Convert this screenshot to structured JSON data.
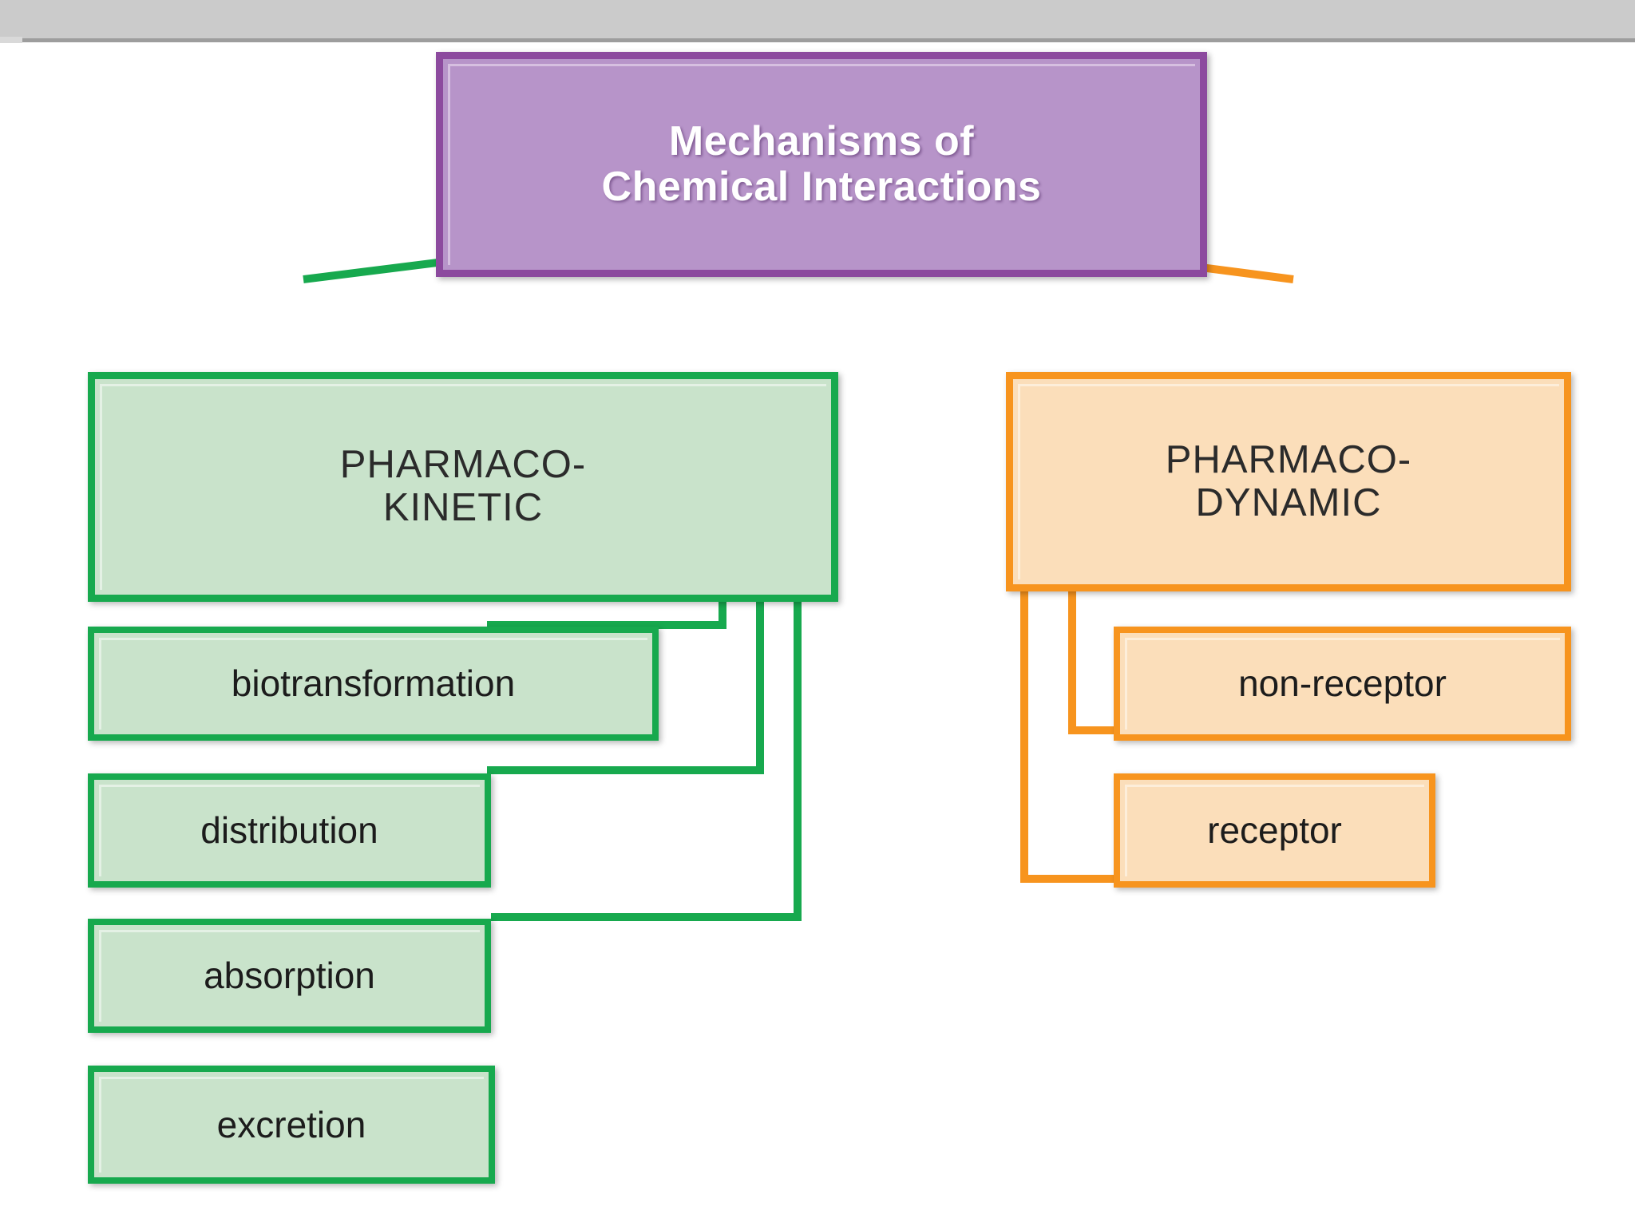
{
  "colors": {
    "root_border": "#8c4a9e",
    "root_fill": "#b794c9",
    "root_text": "#ffffff",
    "kinetic_border": "#17a94e",
    "kinetic_fill": "#c9e3cb",
    "dynamic_border": "#f7941e",
    "dynamic_fill": "#fbdeba",
    "node_text": "#1c1c1c",
    "chrome_bar": "#cbcbcb",
    "chrome_rule": "#9d9d9d",
    "page_background": "#ffffff"
  },
  "topbar": {
    "label": ""
  },
  "diagram": {
    "type": "hierarchy-flowchart",
    "root": {
      "id": "mechanisms-of-chemical-interactions",
      "label": "Mechanisms of\nChemical Interactions",
      "line1": "Mechanisms of",
      "line2": "Chemical Interactions"
    },
    "branches": [
      {
        "id": "pharmacokinetic",
        "label": "PHARMACO-\nKINETIC",
        "line1": "PHARMACO-",
        "line2": "KINETIC",
        "accent": "#17a94e",
        "children": [
          {
            "id": "biotransformation",
            "label": "biotransformation"
          },
          {
            "id": "distribution",
            "label": "distribution"
          },
          {
            "id": "absorption",
            "label": "absorption"
          },
          {
            "id": "excretion",
            "label": "excretion"
          }
        ]
      },
      {
        "id": "pharmacodynamic",
        "label": "PHARMACO-\nDYNAMIC",
        "line1": "PHARMACO-",
        "line2": "DYNAMIC",
        "accent": "#f7941e",
        "children": [
          {
            "id": "non-receptor",
            "label": "non-receptor"
          },
          {
            "id": "receptor",
            "label": "receptor"
          }
        ]
      }
    ]
  }
}
